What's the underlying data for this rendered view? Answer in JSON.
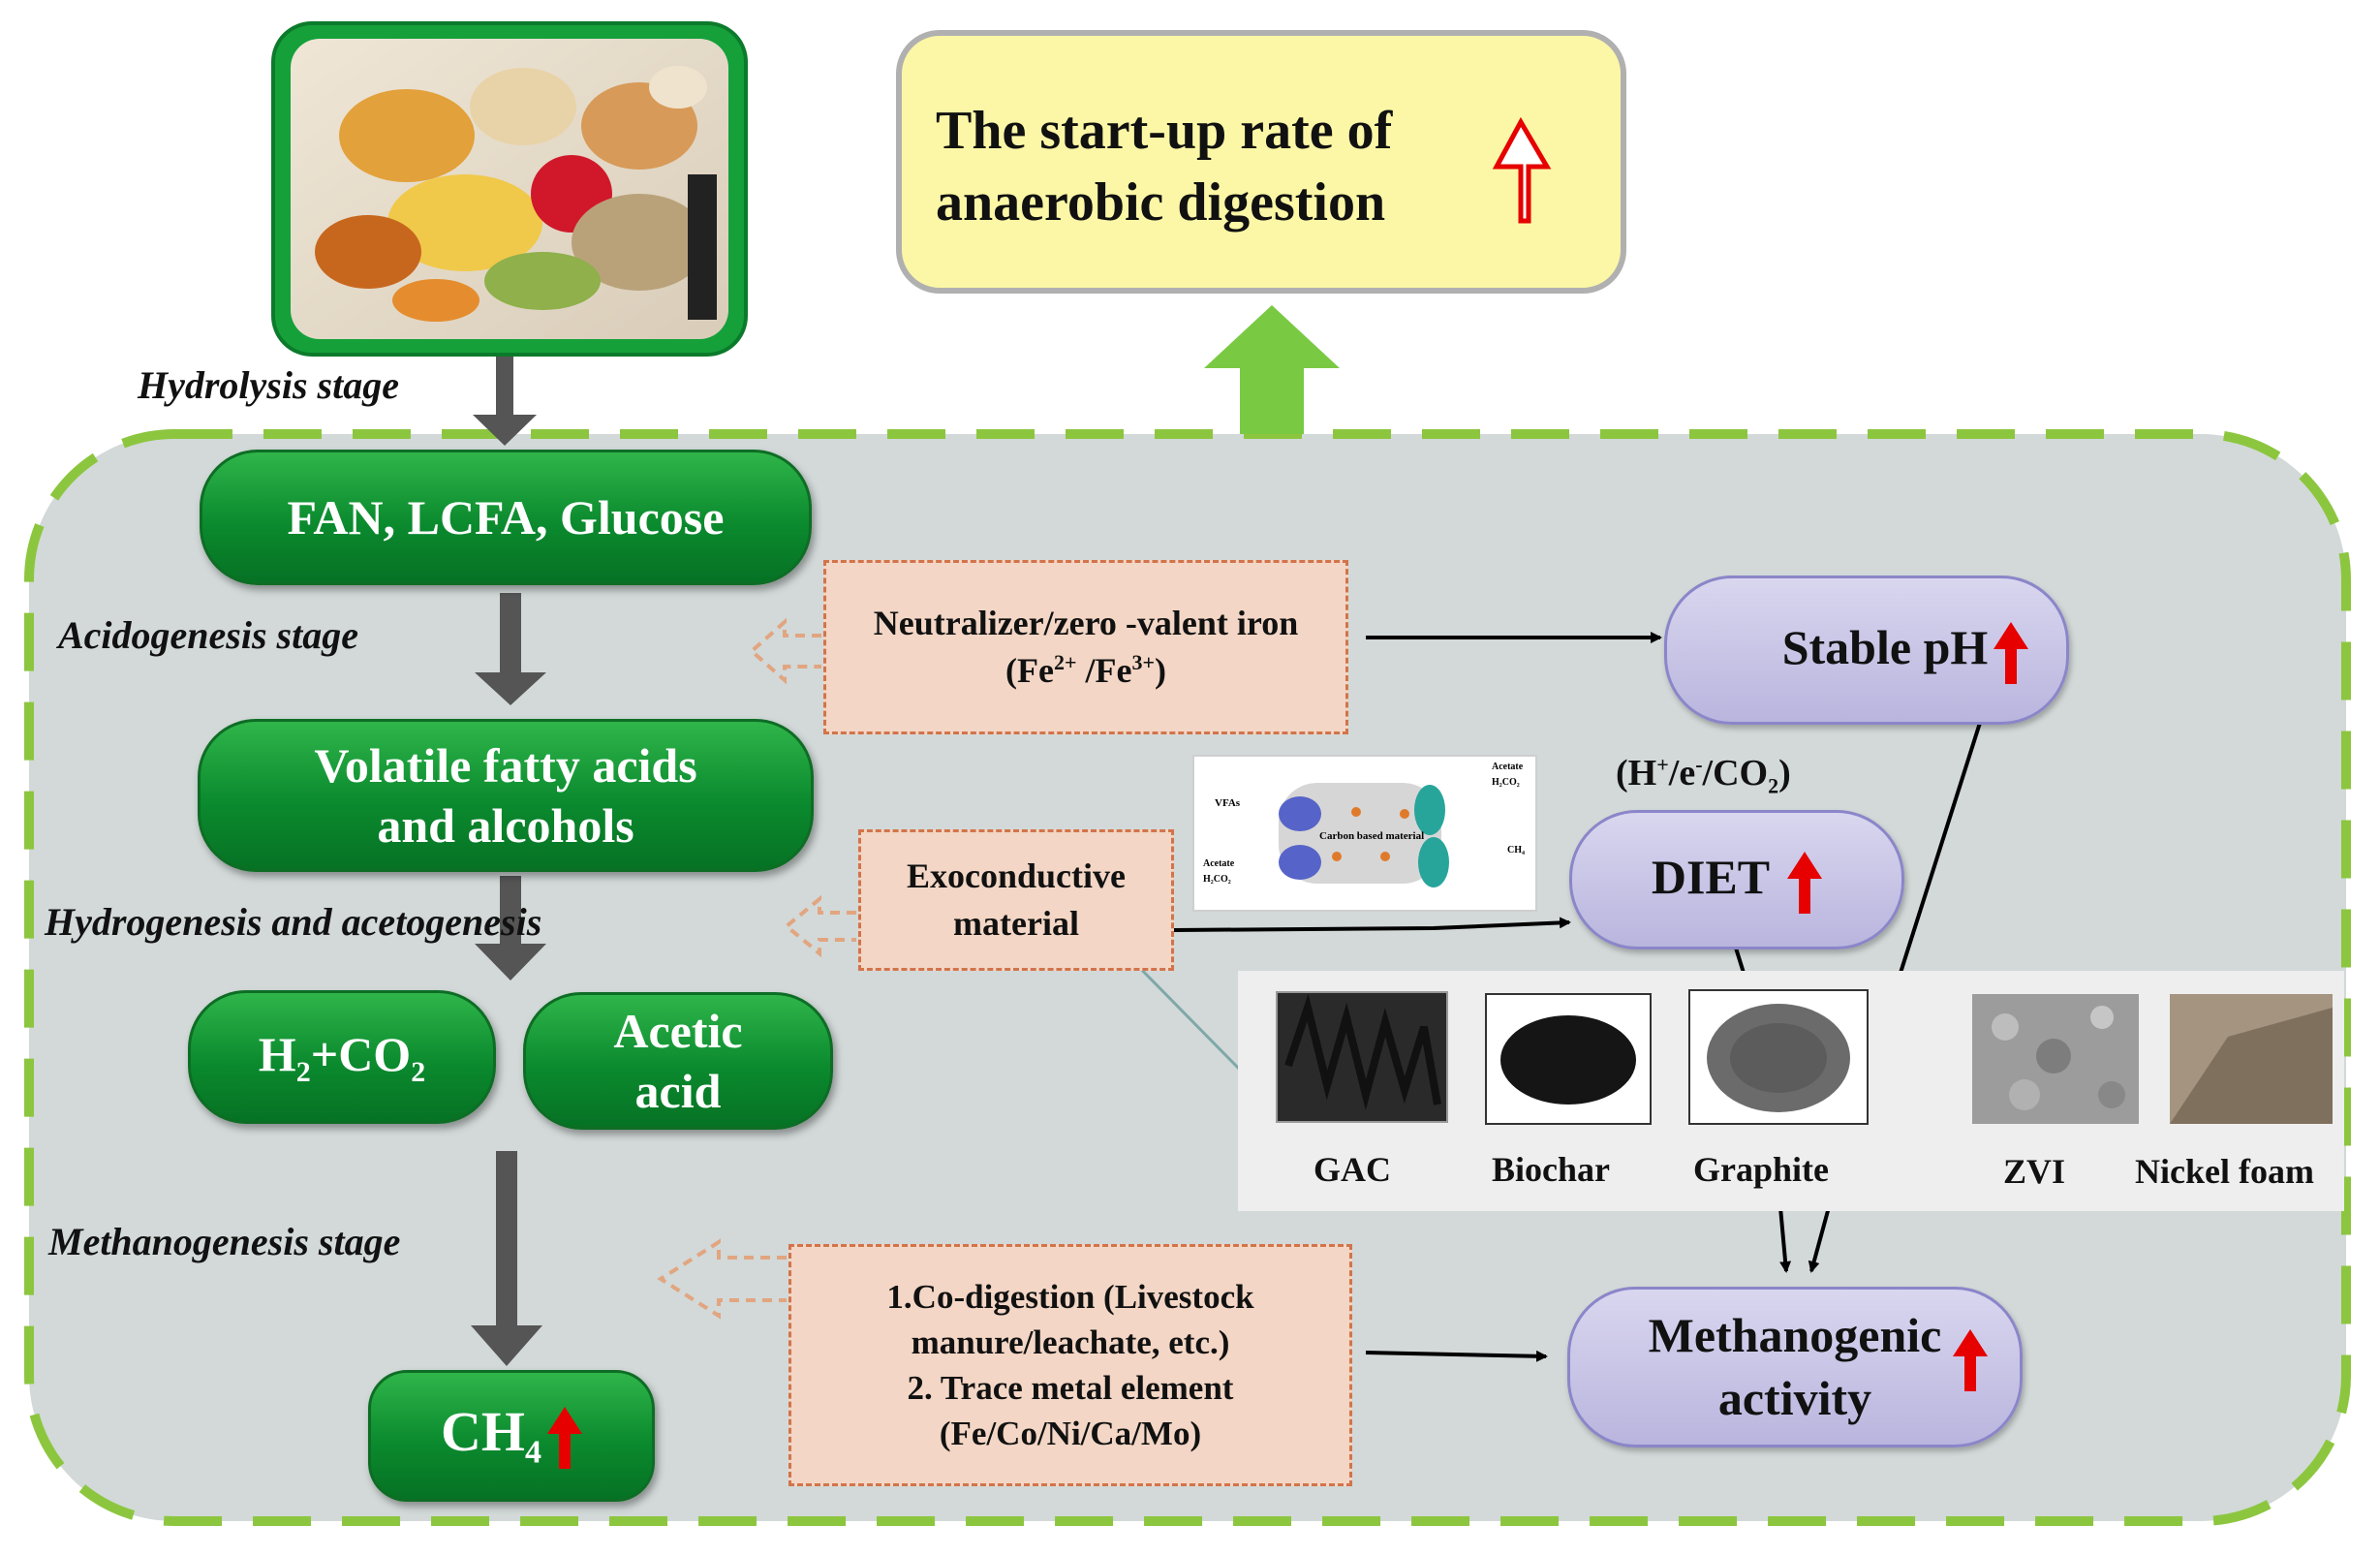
{
  "header_box": {
    "line1": "The start-up rate of",
    "line2": "anaerobic digestion"
  },
  "stages": {
    "hydrolysis": "Hydrolysis stage",
    "acidogenesis": "Acidogenesis stage",
    "hydrogenesis": "Hydrogenesis and acetogenesis",
    "methanogenesis": "Methanogenesis stage"
  },
  "products": {
    "fan": "FAN, LCFA, Glucose",
    "vfa_line1": "Volatile fatty acids",
    "vfa_line2": "and alcohols",
    "h2": "H",
    "h2_sub": "2",
    "co2": "+CO",
    "co2_sub": "2",
    "acetic_line1": "Acetic",
    "acetic_line2": "acid",
    "ch4": "CH",
    "ch4_sub": "4"
  },
  "interventions": {
    "neutralizer_line1": "Neutralizer/zero -valent iron",
    "neutralizer_line2_a": "(Fe",
    "neutralizer_sup1": "2+",
    "neutralizer_line2_b": " /Fe",
    "neutralizer_sup2": "3+",
    "neutralizer_line2_c": ")",
    "exo_line1": "Exoconductive",
    "exo_line2": "material",
    "codig_line1": "1.Co-digestion (Livestock",
    "codig_line2": "manure/leachate, etc.)",
    "codig_line3": "2. Trace metal element",
    "codig_line4": "(Fe/Co/Ni/Ca/Mo)"
  },
  "effects": {
    "stable_ph": "Stable pH",
    "diet": "DIET",
    "diet_note_a": "(H",
    "diet_note_sup1": "+",
    "diet_note_b": "/e",
    "diet_note_sup2": "-",
    "diet_note_c": "/CO",
    "diet_note_sub": "2",
    "diet_note_d": ")",
    "methanogenic_line1": "Methanogenic",
    "methanogenic_line2": "activity"
  },
  "diet_inset": {
    "vfas": "VFAs",
    "carbon": "Carbon based material",
    "acetate_top_a": "Acetate",
    "acetate_top_b": "H₂CO₂",
    "acetate_bottom_a": "Acetate",
    "acetate_bottom_b": "H₂CO₂",
    "ch4": "CH₄"
  },
  "materials": [
    "GAC",
    "Biochar",
    "Graphite",
    "ZVI",
    "Nickel foam"
  ],
  "colors": {
    "green_dash": "#8cc63f",
    "panel_bg": "#d2d9d8",
    "up_arrow_red": "#e60000",
    "header_fill": "#fbf7a6"
  }
}
